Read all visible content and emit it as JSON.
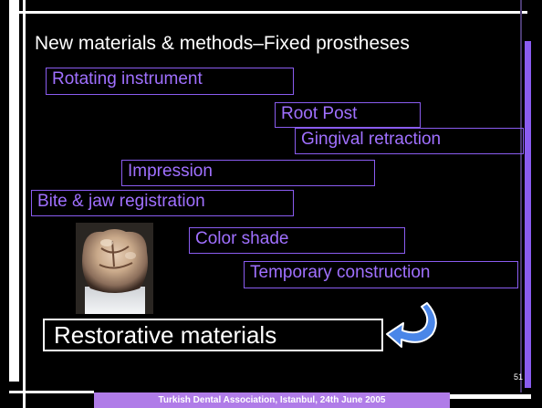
{
  "slide": {
    "title": "New materials & methods–Fixed prostheses",
    "items": [
      "Rotating instrument",
      "Root Post",
      "Gingival retraction",
      "Impression",
      "Bite & jaw registration",
      "Color shade",
      "Temporary construction"
    ],
    "highlight": "Restorative materials",
    "page_number": "51",
    "footer": "Turkish Dental Association, Istanbul, 24th June 2005"
  },
  "colors": {
    "background": "#000000",
    "item_text": "#a070ff",
    "item_border": "#8a5cf0",
    "footer_bg": "#b07ce8",
    "arrow": "#4a86e8"
  },
  "icons": {
    "curved_arrow": "curved-arrow-icon",
    "tooth_photo": "tooth-image"
  }
}
